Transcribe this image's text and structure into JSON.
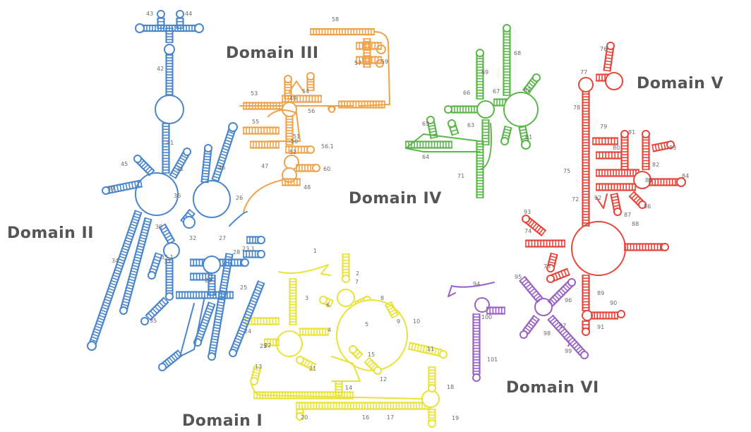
{
  "colors": {
    "domain_1": "#e8e23a",
    "domain_2": "#4a86cc",
    "domain_3": "#eea24a",
    "domain_4": "#5bb74a",
    "domain_5": "#e6463a",
    "domain_6": "#9a62c4",
    "label": "#555555",
    "number": "#6b6b6b"
  },
  "domain_labels": {
    "d1": "Domain I",
    "d2": "Domain II",
    "d3": "Domain III",
    "d4": "Domain IV",
    "d5": "Domain V",
    "d6": "Domain VI"
  },
  "helix_numbers": {
    "d2": [
      "43",
      "44",
      "42",
      "41",
      "45",
      "39",
      "35",
      "36",
      "46",
      "33",
      "34",
      "30",
      "31",
      "32",
      "27",
      "28",
      "29",
      "26",
      "25",
      "23.1",
      "35.1"
    ],
    "d3": [
      "58",
      "57",
      "59",
      "53",
      "55",
      "54",
      "56",
      "50",
      "48",
      "49",
      "52",
      "47",
      "60",
      "51",
      "56.1"
    ],
    "d1": [
      "1",
      "2",
      "3",
      "4",
      "5",
      "6",
      "7",
      "8",
      "9",
      "10",
      "11",
      "12",
      "13",
      "14",
      "15",
      "16",
      "17",
      "18",
      "19",
      "20",
      "21",
      "22",
      "24",
      "25"
    ],
    "d4": [
      "68",
      "69",
      "67",
      "66",
      "65",
      "63",
      "64",
      "62",
      "61",
      "71"
    ],
    "d5": [
      "76",
      "77",
      "78",
      "79",
      "80",
      "81",
      "82",
      "83",
      "84",
      "85",
      "86",
      "87",
      "88",
      "89",
      "90",
      "91",
      "92",
      "93",
      "74",
      "72",
      "73",
      "75"
    ],
    "d6": [
      "94",
      "95",
      "96",
      "97",
      "98",
      "99",
      "100",
      "101"
    ]
  }
}
